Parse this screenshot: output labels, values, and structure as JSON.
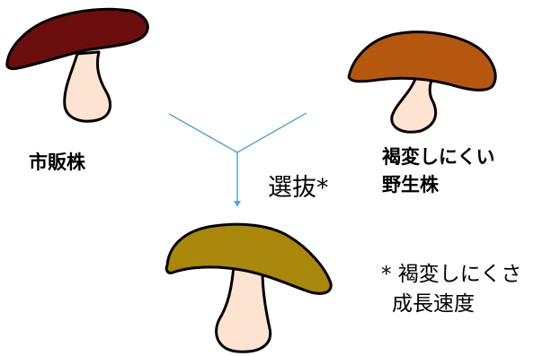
{
  "labels": {
    "commercial_strain": "市販株",
    "wild_strain_line1": "褐変しにくい",
    "wild_strain_line2": "野生株",
    "selection": "選抜*",
    "note_line1": "* 褐変しにくさ",
    "note_line2": "成長速度"
  },
  "colors": {
    "commercial_cap": "#6b0d0d",
    "wild_cap": "#b5570f",
    "selected_cap": "#a8870a",
    "stem": "#fde3d1",
    "arrow": "#5aa6d4",
    "outline": "#000000"
  }
}
